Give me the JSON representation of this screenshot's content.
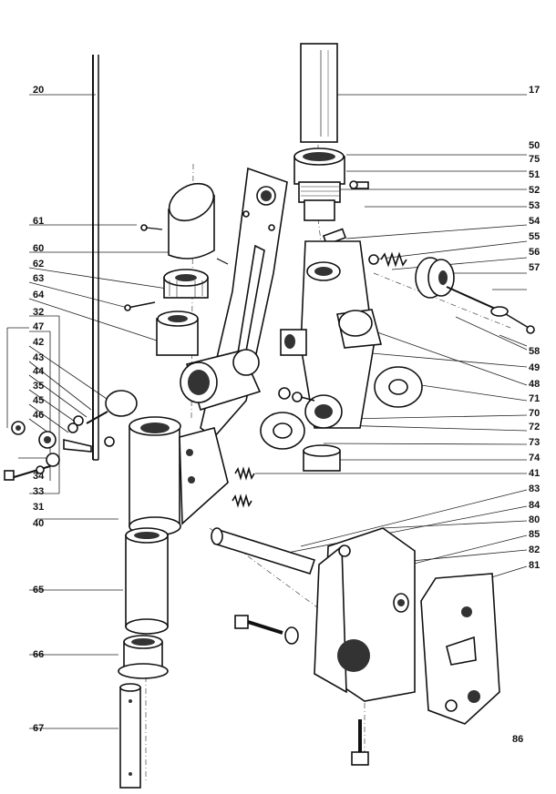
{
  "labels": {
    "p17": "17",
    "p20": "20",
    "p31": "31",
    "p32": "32",
    "p33": "33",
    "p34": "34",
    "p35": "35",
    "p40": "40",
    "p41": "41",
    "p42": "42",
    "p43": "43",
    "p44": "44",
    "p45": "45",
    "p46": "46",
    "p47": "47",
    "p48": "48",
    "p49": "49",
    "p50": "50",
    "p51": "51",
    "p52": "52",
    "p53": "53",
    "p54": "54",
    "p55": "55",
    "p56": "56",
    "p57": "57",
    "p58": "58",
    "p60": "60",
    "p61": "61",
    "p62": "62",
    "p63": "63",
    "p64": "64",
    "p65": "65",
    "p66": "66",
    "p67": "67",
    "p70": "70",
    "p71": "71",
    "p72": "72",
    "p73": "73",
    "p74": "74",
    "p75": "75",
    "p80": "80",
    "p81": "81",
    "p82": "82",
    "p83": "83",
    "p84": "84",
    "p85": "85",
    "p86": "86"
  }
}
